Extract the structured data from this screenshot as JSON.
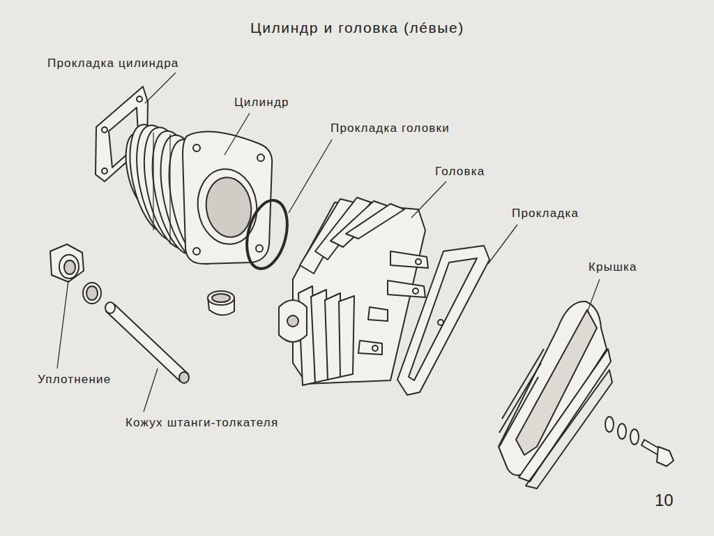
{
  "diagram": {
    "title": "Цилиндр и головка (лéвые)",
    "labels": [
      "Прокладка цилиндра",
      "Цилиндр",
      "Прокладка головки",
      "Головка",
      "Прокладка",
      "Крышка",
      "Уплотнение",
      "Кожух штанги-толкателя",
      "10"
    ]
  }
}
